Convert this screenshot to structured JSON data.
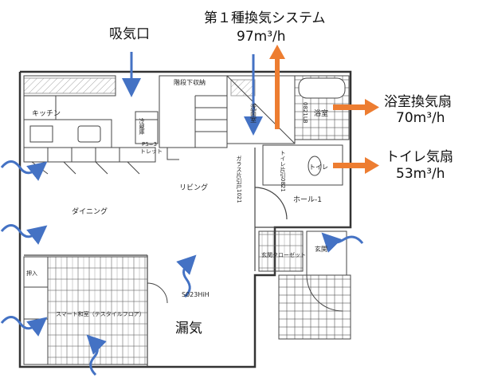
{
  "annotations": {
    "intake": "吸気口",
    "system": "第１種換気システム",
    "system_rate": "97m³/h",
    "bath_fan": "浴室換気扇",
    "bath_rate": "70m³/h",
    "toilet_fan": "トイレ気扇",
    "toilet_rate": "53m³/h",
    "leak": "漏気"
  },
  "rooms": {
    "kitchen": "キッチン",
    "stair_storage": "階段下収納",
    "washroom": "洗面室",
    "bath": "浴室",
    "living": "リビング",
    "dining": "ダイニング",
    "hall": "ホール-1",
    "toilet": "トイレ",
    "entrance": "玄関",
    "entrance_closet": "玄関クローゼット",
    "japanese_room": "スマート和室（テスタイルフロア）",
    "closet": "押入",
    "fridge": "冷蔵庫",
    "sash": "S023HiH",
    "bath_unit": "0821LB",
    "door_a": "ガラス片引戸1021",
    "door_b": "トイレ片引0821",
    "storage_b": "トレット",
    "ps": "PS=3"
  },
  "colors": {
    "intake_arrow": "#4472c4",
    "exhaust_arrow": "#ed7d31",
    "leak_arrow": "#4472c4",
    "linework": "#333333"
  }
}
